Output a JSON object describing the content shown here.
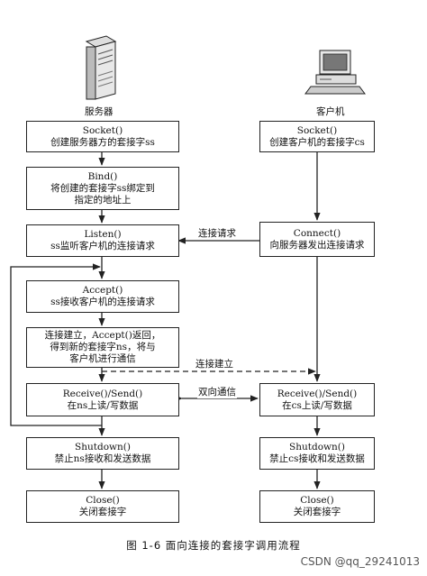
{
  "server": {
    "label": "服务器",
    "socket": {
      "title": "Socket()",
      "desc": "创建服务器方的套接字ss"
    },
    "bind": {
      "title": "Bind()",
      "line1": "将创建的套接字ss绑定到",
      "line2": "指定的地址上"
    },
    "listen": {
      "title": "Listen()",
      "desc": "ss监听客户机的连接请求"
    },
    "accept": {
      "title": "Accept()",
      "desc": "ss接收客户机的连接请求"
    },
    "established": {
      "line1": "连接建立，Accept()返回，",
      "line2": "得到新的套接字ns，将与",
      "line3": "客户机进行通信"
    },
    "rs": {
      "title": "Receive()/Send()",
      "desc": "在ns上读/写数据"
    },
    "shutdown": {
      "title": "Shutdown()",
      "desc": "禁止ns接收和发送数据"
    },
    "close": {
      "title": "Close()",
      "desc": "关闭套接字"
    }
  },
  "client": {
    "label": "客户机",
    "socket": {
      "title": "Socket()",
      "desc": "创建客户机的套接字cs"
    },
    "connect": {
      "title": "Connect()",
      "desc": "向服务器发出连接请求"
    },
    "rs": {
      "title": "Receive()/Send()",
      "desc": "在cs上读/写数据"
    },
    "shutdown": {
      "title": "Shutdown()",
      "desc": "禁止cs接收和发送数据"
    },
    "close": {
      "title": "Close()",
      "desc": "关闭套接字"
    }
  },
  "edges": {
    "connect_request": "连接请求",
    "connection_established": "连接建立",
    "two_way": "双向通信"
  },
  "caption": "图 1-6    面向连接的套接字调用流程",
  "watermark": "CSDN @qq_29241013",
  "colors": {
    "line": "#222222",
    "background": "#ffffff"
  }
}
